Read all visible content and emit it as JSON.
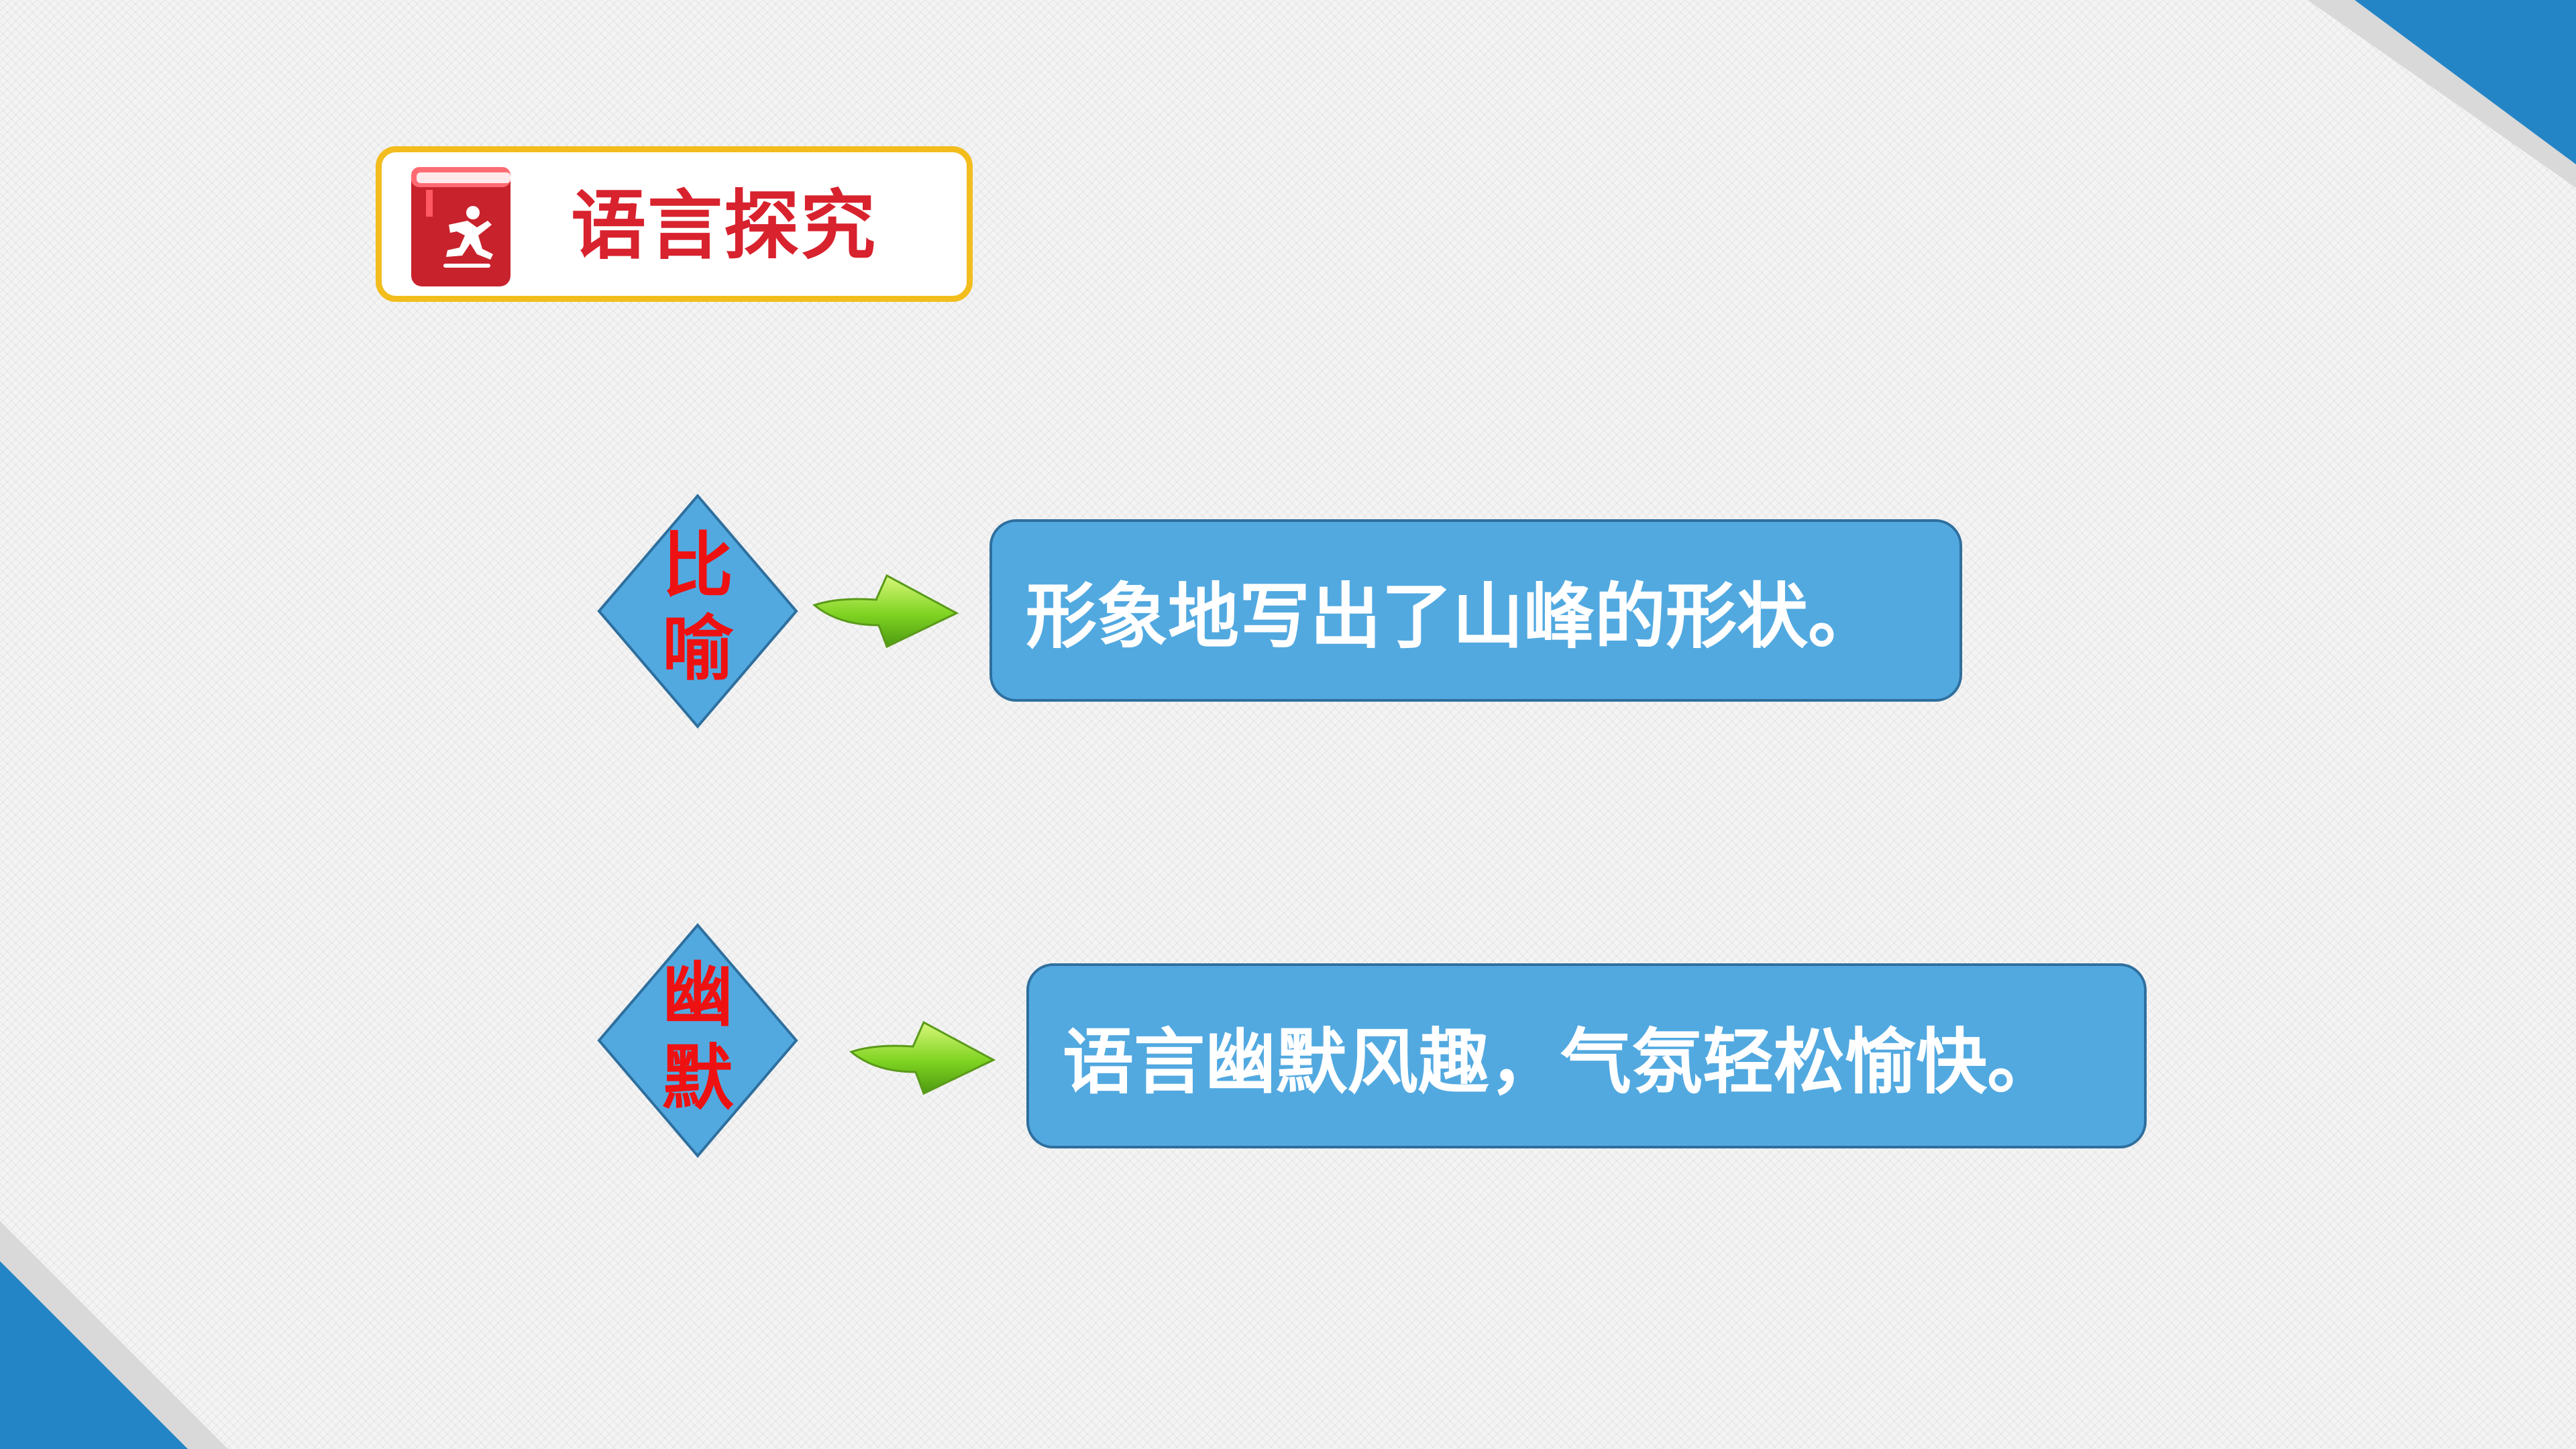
{
  "title": {
    "text": "语言探究",
    "icon": "book-runner-icon"
  },
  "items": [
    {
      "label_top": "比",
      "label_bottom": "喻",
      "arrow_icon": "green-arrow-icon",
      "text": "形象地写出了山峰的形状。"
    },
    {
      "label_top": "幽",
      "label_bottom": "默",
      "arrow_icon": "green-arrow-icon",
      "text": "语言幽默风趣，气氛轻松愉快。"
    }
  ],
  "colors": {
    "accent_blue": "#2485c6",
    "box_blue": "#52a9e0",
    "title_red": "#d8222e",
    "label_red": "#ee1111",
    "frame_yellow": "#f2bd1d",
    "arrow_green": "#7ed321"
  }
}
